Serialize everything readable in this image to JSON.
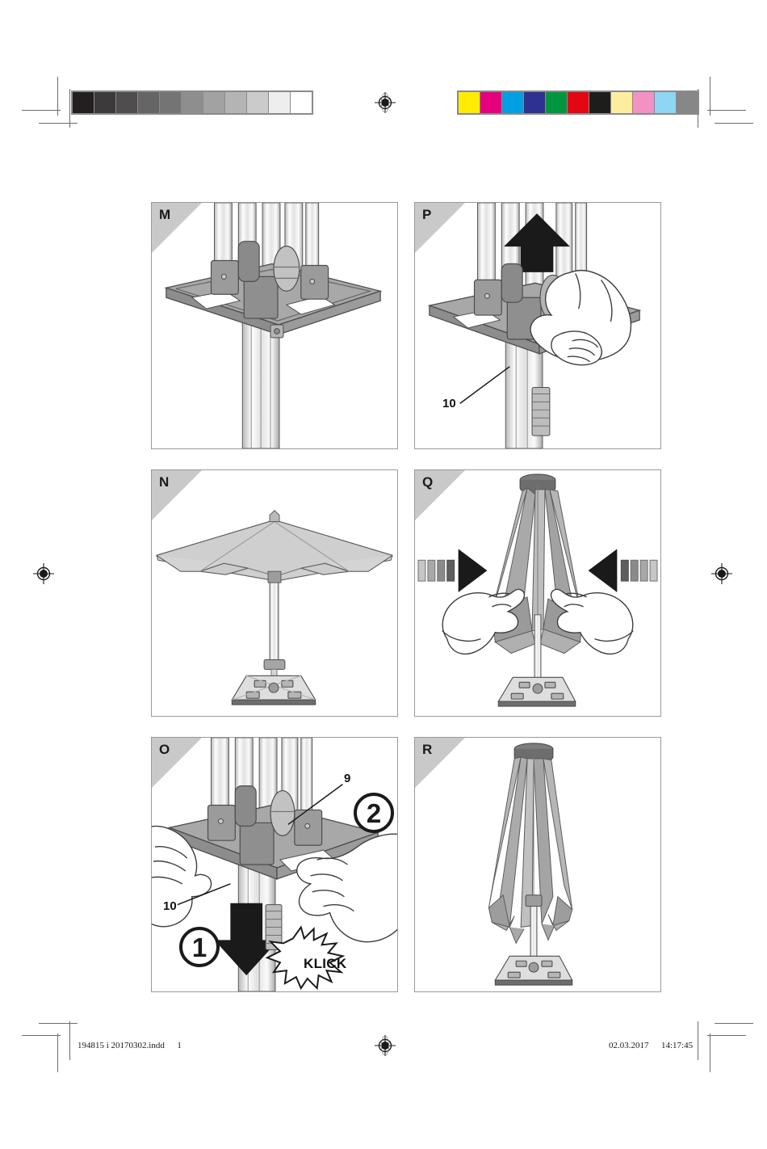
{
  "page": {
    "kind": "print-proof-sheet",
    "background": "#ffffff"
  },
  "prepress": {
    "grayscale_bar": {
      "name": "grayscale-step-wedge",
      "frame_color": "#8a8a8a",
      "steps": [
        "#231f20",
        "#3c3a3b",
        "#4f4d4e",
        "#666566",
        "#757475",
        "#8f8e8f",
        "#a3a2a3",
        "#b5b4b5",
        "#cccbcc",
        "#eeeeee",
        "#ffffff"
      ]
    },
    "color_bar": {
      "name": "process-color-control-bar",
      "frame_color": "#8a8a8a",
      "swatches": [
        {
          "label": "yellow",
          "hex": "#ffec00"
        },
        {
          "label": "magenta",
          "hex": "#e5007d"
        },
        {
          "label": "cyan",
          "hex": "#009fe3"
        },
        {
          "label": "blue",
          "hex": "#2e3192"
        },
        {
          "label": "green",
          "hex": "#009640"
        },
        {
          "label": "red",
          "hex": "#e30613"
        },
        {
          "label": "black",
          "hex": "#1d1d1b"
        },
        {
          "label": "light-yellow",
          "hex": "#fcee9e"
        },
        {
          "label": "pink",
          "hex": "#f391c4"
        },
        {
          "label": "light-blue",
          "hex": "#8fd5f4"
        },
        {
          "label": "gray",
          "hex": "#878787"
        }
      ]
    },
    "registration_marks": 3,
    "crop_marks": true
  },
  "panels": [
    {
      "id": "M",
      "label": "M",
      "illustration": "umbrella-hub-slider-on-pole",
      "callouts": [],
      "badges": [],
      "arrows": [],
      "sound": null
    },
    {
      "id": "N",
      "label": "N",
      "illustration": "umbrella-fully-opened-on-base",
      "callouts": [],
      "badges": [],
      "arrows": [],
      "sound": null
    },
    {
      "id": "O",
      "label": "O",
      "illustration": "two-hands-pushing-slider-down-and-pressing-latch",
      "callouts": [
        {
          "text": "9",
          "target": "latch-button"
        },
        {
          "text": "10",
          "target": "slider-hub"
        }
      ],
      "badges": [
        {
          "text": "1",
          "glyph": "①"
        },
        {
          "text": "2",
          "glyph": "②"
        }
      ],
      "arrows": [
        {
          "direction": "down"
        }
      ],
      "sound": "KLICK"
    },
    {
      "id": "P",
      "label": "P",
      "illustration": "hand-pushing-slider-upward-on-pole",
      "callouts": [
        {
          "text": "10",
          "target": "slider-hub"
        }
      ],
      "badges": [],
      "arrows": [
        {
          "direction": "up"
        }
      ],
      "sound": null
    },
    {
      "id": "Q",
      "label": "Q",
      "illustration": "two-hands-gathering-canopy-folds-inward",
      "callouts": [],
      "badges": [],
      "arrows": [
        {
          "direction": "right"
        },
        {
          "direction": "left"
        }
      ],
      "sound": null
    },
    {
      "id": "R",
      "label": "R",
      "illustration": "umbrella-closed-on-base",
      "callouts": [],
      "badges": [],
      "arrows": [],
      "sound": null
    }
  ],
  "footer": {
    "file_name": "194815 i 20170302.indd",
    "page_number": "1",
    "date": "02.03.2017",
    "time": "14:17:45"
  }
}
